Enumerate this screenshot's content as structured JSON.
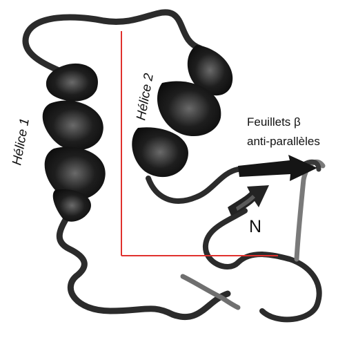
{
  "labels": {
    "helix1": "Hélice 1",
    "helix2": "Hélice 2",
    "sheets_line1": "Feuillets β",
    "sheets_line2": "anti-parallèles",
    "n_terminus": "N"
  },
  "colors": {
    "ribbon": "#1a1a1a",
    "ribbon_highlight": "#5a5a5a",
    "coil": "#2b2b2b",
    "coil_light": "#7a7a7a",
    "axis_lines": "#e0302d",
    "background": "#ffffff"
  }
}
